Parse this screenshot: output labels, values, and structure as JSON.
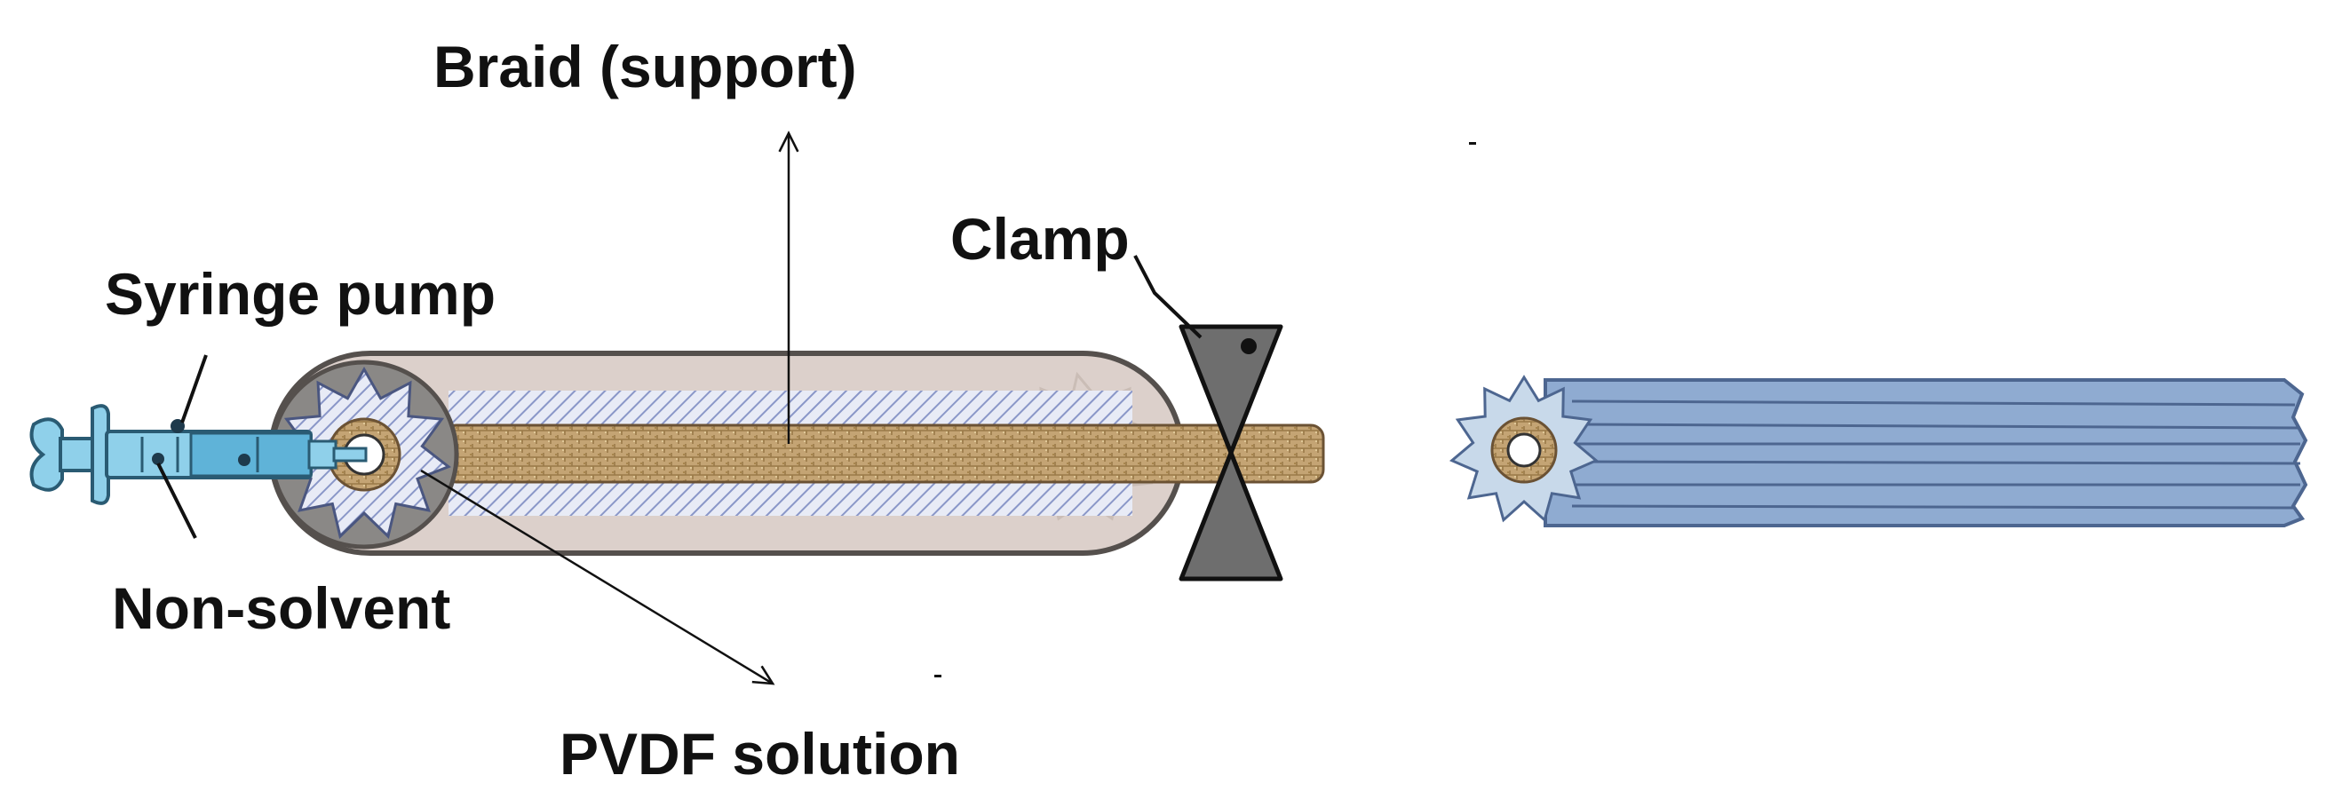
{
  "labels": {
    "braid": "Braid (support)",
    "clamp": "Clamp",
    "syringe_pump": "Syringe pump",
    "non_solvent": "Non-solvent",
    "pvdf_solution": "PVDF solution"
  },
  "colors": {
    "syringe": "#8fd0ea",
    "syringe_edge": "#2a5b73",
    "mold_body": "#dcd0cb",
    "mold_edge": "#55504d",
    "hatch": "#8a97c8",
    "braid": "#c4a474",
    "braid_dark": "#8b6a3e",
    "clamp": "#6e6e6e",
    "star": "#c8d9ea",
    "membrane": "#8fabd1",
    "membrane_edge": "#4d6690"
  }
}
